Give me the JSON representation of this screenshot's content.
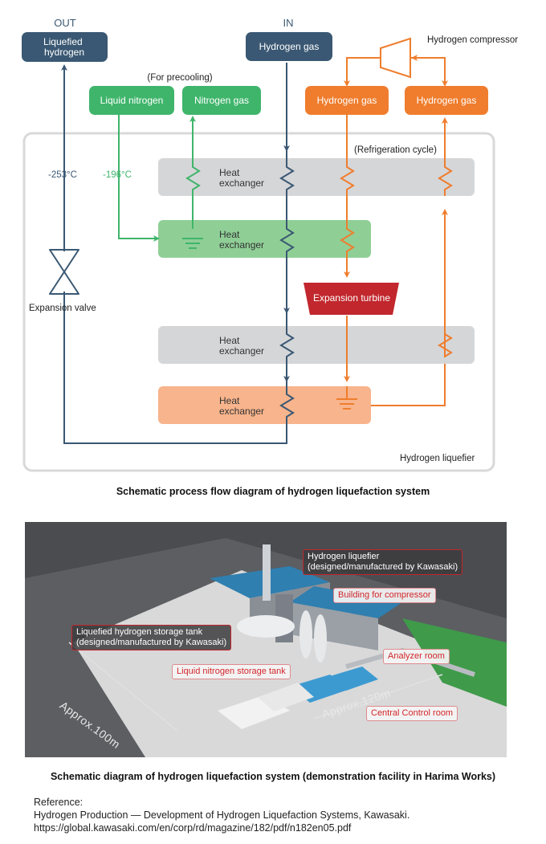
{
  "diagram": {
    "out_label": "OUT",
    "in_label": "IN",
    "liquefied_hydrogen": [
      "Liquefied",
      "hydrogen"
    ],
    "hydrogen_gas_in": "Hydrogen gas",
    "for_precooling": "(For precooling)",
    "liquid_nitrogen": "Liquid nitrogen",
    "nitrogen_gas": "Nitrogen gas",
    "hydrogen_gas_left": "Hydrogen gas",
    "hydrogen_gas_right": "Hydrogen gas",
    "hydrogen_compressor": "Hydrogen compressor",
    "refrigeration_cycle": "(Refrigeration cycle)",
    "temp_253": "-253°C",
    "temp_196": "-196°C",
    "heat_exchanger": [
      "Heat",
      "exchanger"
    ],
    "expansion_valve": "Expansion valve",
    "expansion_turbine": "Expansion turbine",
    "hydrogen_liquefier": "Hydrogen liquefier",
    "colors": {
      "navy": "#3a5873",
      "green": "#3fb56b",
      "green_band": "#8fcf96",
      "orange": "#ef7d2d",
      "orange_band": "#f8b48c",
      "gray_band": "#d5d6d8",
      "turbine": "#c1272d"
    }
  },
  "caption1": "Schematic process flow diagram of hydrogen liquefaction system",
  "photo": {
    "labels": {
      "hydrogen_liquefier": [
        "Hydrogen liquefier",
        "(designed/manufactured by Kawasaki)"
      ],
      "building_compressor": "Building for compressor",
      "storage_tank": [
        "Liquefied hydrogen storage tank",
        "(designed/manufactured by Kawasaki)"
      ],
      "liquid_nitrogen_tank": "Liquid nitrogen storage tank",
      "analyzer_room": "Analyzer room",
      "central_control": "Central Control room"
    },
    "dim_100": "Approx.100m",
    "dim_120": "Approx.120m"
  },
  "caption2": "Schematic diagram of hydrogen liquefaction system (demonstration facility in Harima Works)",
  "reference": {
    "heading": "Reference:",
    "line1": "Hydrogen Production — Development of Hydrogen Liquefaction Systems, Kawasaki.",
    "line2": "https://global.kawasaki.com/en/corp/rd/magazine/182/pdf/n182en05.pdf"
  }
}
